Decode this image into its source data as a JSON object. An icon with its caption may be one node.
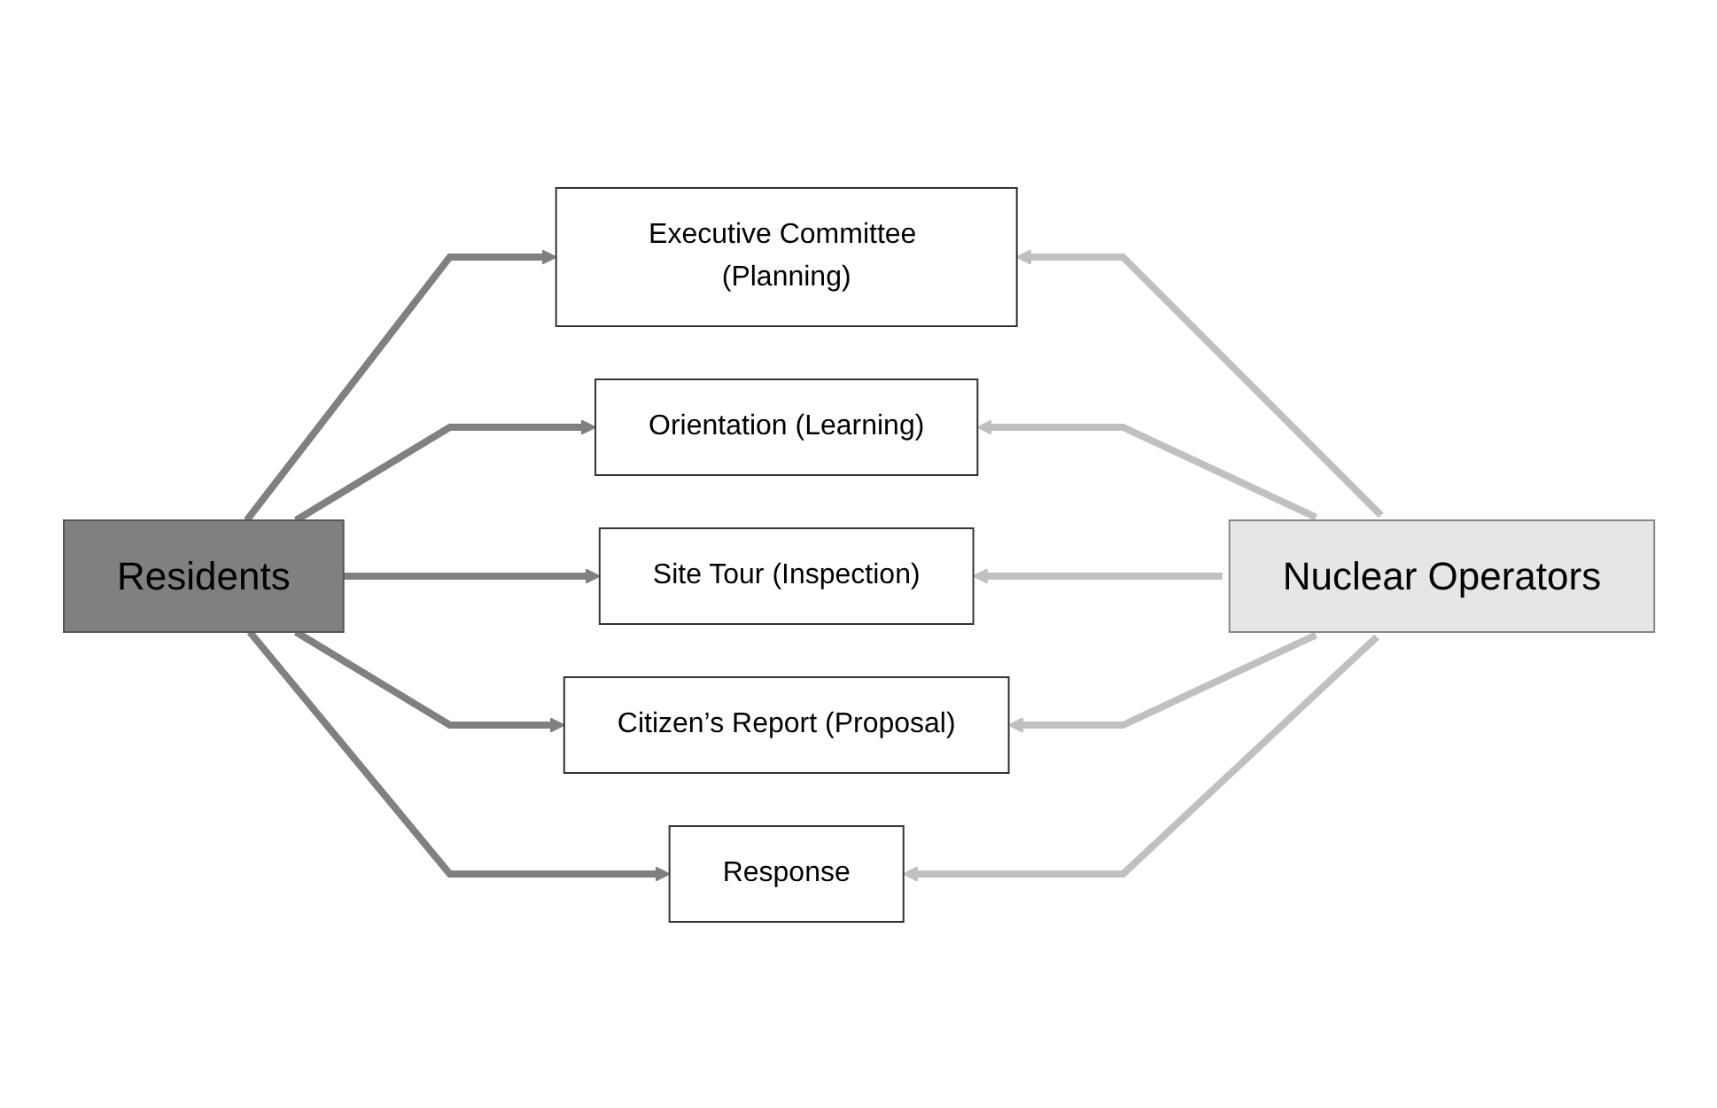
{
  "diagram": {
    "nodes": [
      {
        "text": [
          "Residents"
        ]
      },
      {
        "text": [
          "Executive Committee (Planning)"
        ]
      },
      {
        "text": [
          "Orientation (Learning)"
        ]
      },
      {
        "text": [
          "Site Tour (Inspection)"
        ]
      },
      {
        "text": [
          "Citizen’s Report (Proposal)"
        ]
      },
      {
        "text": [
          "Response"
        ]
      },
      {
        "text": [
          "Nuclear Operators"
        ]
      }
    ],
    "edges": [
      {
        "from": 0,
        "to": 1,
        "arrow": "to",
        "color": "#808080"
      },
      {
        "from": 0,
        "to": 2,
        "arrow": "to",
        "color": "#808080"
      },
      {
        "from": 0,
        "to": 3,
        "arrow": "to",
        "color": "#808080"
      },
      {
        "from": 0,
        "to": 4,
        "arrow": "to",
        "color": "#808080"
      },
      {
        "from": 0,
        "to": 5,
        "arrow": "to",
        "color": "#808080"
      },
      {
        "from": 6,
        "to": 1,
        "arrow": "to",
        "color": "#c0c0c0"
      },
      {
        "from": 6,
        "to": 2,
        "arrow": "to",
        "color": "#c0c0c0"
      },
      {
        "from": 6,
        "to": 3,
        "arrow": "to",
        "color": "#c0c0c0"
      },
      {
        "from": 6,
        "to": 4,
        "arrow": "to",
        "color": "#c0c0c0"
      },
      {
        "from": 6,
        "to": 5,
        "arrow": "to",
        "color": "#c0c0c0"
      }
    ]
  }
}
